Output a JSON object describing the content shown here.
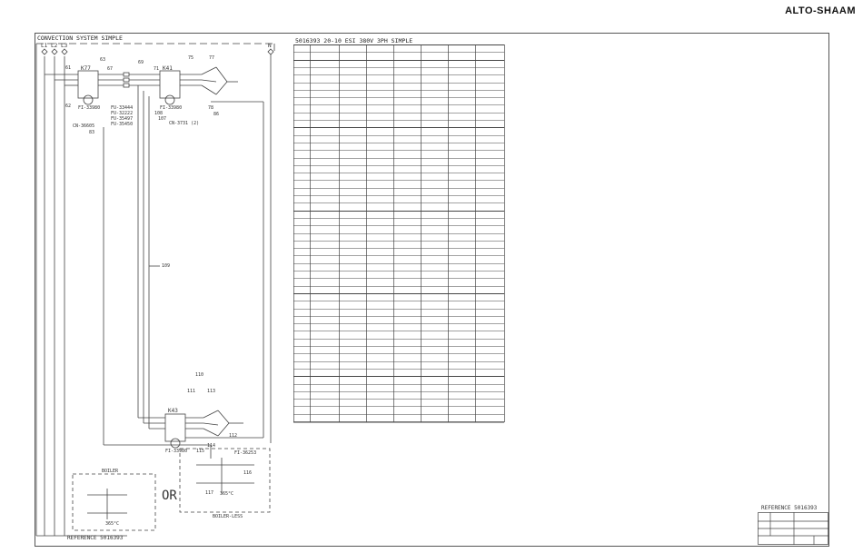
{
  "brand": {
    "logo_text": "ALTO-SHAAM"
  },
  "schematic": {
    "title": "CONVECTION SYSTEM SIMPLE",
    "phase_labels": [
      "L1",
      "L2",
      "L3"
    ],
    "neutral_label": "N",
    "contactors": [
      "K77",
      "K41",
      "K43"
    ],
    "part_numbers": {
      "k77": "FI-33980",
      "k41": "FI-33980",
      "k43": "FI-33980",
      "fuse_list": [
        "FU-33444",
        "FU-32222",
        "FU-35497",
        "FU-35450"
      ],
      "cn1": "CN-36605",
      "cn2": "CN-3731 (2)",
      "probe": "FI-36253"
    },
    "wire_numbers": {
      "w61": "61",
      "w62": "62",
      "w63": "63",
      "w67": "67",
      "w69": "69",
      "w71": "71",
      "w75": "75",
      "w77": "77",
      "w78": "78",
      "w86": "86",
      "w107": "107",
      "w108": "108",
      "w109": "109",
      "w110": "110",
      "w111": "111",
      "w112": "112",
      "w113": "113",
      "w114": "114",
      "w115": "115",
      "w116": "116",
      "w117": "117",
      "w83": "83"
    },
    "boiler_label": "BOILER",
    "boilerless_label": "BOILER-LESS",
    "or_label": "OR",
    "temp1": "365°C",
    "temp2": "365°C",
    "reference_bottom": "REFERENCE 5016393"
  },
  "table": {
    "title": "5016393 20-10 ESI 380V 3PH SIMPLE"
  },
  "title_block": {
    "reference": "REFERENCE 5016393"
  }
}
